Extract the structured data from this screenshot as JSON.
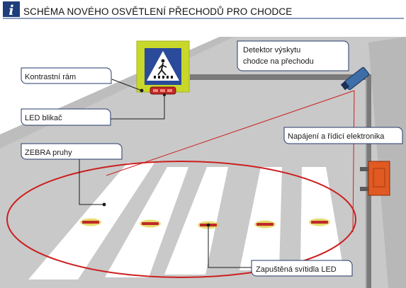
{
  "header": {
    "info_glyph": "i",
    "title": "SCHÉMA NOVÉHO OSVĚTLENÍ PŘECHODŮ PRO CHODCE"
  },
  "labels": {
    "frame": "Kontrastní rám",
    "blinker": "LED blikač",
    "zebra": "ZEBRA pruhy",
    "detector_line1": "Detektor výskytu",
    "detector_line2": "chodce na přechodu",
    "power": "Napájení a řídicí elektronika",
    "lights": "Zapuštěná svítidla LED"
  },
  "icons": {
    "info": "info-icon",
    "sign": "pedestrian-crossing-sign-icon",
    "detector": "motion-detector-icon",
    "power_box": "control-box-icon"
  },
  "colors": {
    "header_icon": "#1e3d7b",
    "road": "#c9c9c9",
    "sign_frame": "#c8d82a",
    "sign_blue": "#2a4a9a",
    "ellipse": "#cc2020",
    "led_light": "#c0282a",
    "led_glow": "#d8c832",
    "control_box": "#e05a22",
    "pole": "#7a7a7a",
    "callout_border": "#233868"
  }
}
